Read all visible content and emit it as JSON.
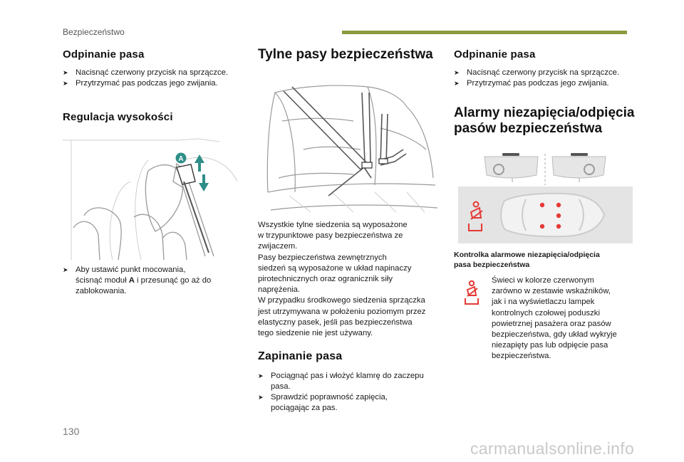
{
  "header": {
    "section": "Bezpieczeństwo",
    "accent_color": "#8a9a3c"
  },
  "col1": {
    "unbuckle_title": "Odpinanie pasa",
    "unbuckle_steps": [
      "Nacisnąć czerwony przycisk na sprzączce.",
      "Przytrzymać pas podczas jego zwijania."
    ],
    "height_title": "Regulacja wysokości",
    "height_figure_label": "A",
    "height_steps_lines": [
      "Aby ustawić punkt mocowania,",
      "ścisnąć moduł ",
      "A",
      " i przesunąć go aż do",
      "zablokowania."
    ]
  },
  "col2": {
    "title": "Tylne pasy bezpieczeństwa",
    "paragraph_lines": [
      "Wszystkie tylne siedzenia są wyposażone",
      "w trzypunktowe pasy bezpieczeństwa ze",
      "zwijaczem.",
      "Pasy bezpieczeństwa zewnętrznych",
      "siedzeń są wyposażone w układ napinaczy",
      "pirotechnicznych oraz ogranicznik siły",
      "naprężenia.",
      "W przypadku środkowego siedzenia sprzączka",
      "jest utrzymywana w położeniu poziomym przez",
      "elastyczny pasek, jeśli pas bezpieczeństwa",
      "tego siedzenie nie jest używany."
    ],
    "buckle_title": "Zapinanie pasa",
    "buckle_steps": [
      [
        "Pociągnąć pas i włożyć klamrę do zaczepu",
        "pasa."
      ],
      [
        "Sprawdzić poprawność zapięcia,",
        "pociągając za pas."
      ]
    ]
  },
  "col3": {
    "unbuckle_title": "Odpinanie pasa",
    "unbuckle_steps": [
      "Nacisnąć czerwony przycisk na sprzączce.",
      "Przytrzymać pas podczas jego zwijania."
    ],
    "alarm_title_lines": [
      "Alarmy niezapięcia/odpięcia",
      "pasów bezpieczeństwa"
    ],
    "caption_lines": [
      "Kontrolka alarmowe niezapięcia/odpięcia",
      "pasa bezpieczeństwa"
    ],
    "desc_lines": [
      "Świeci w kolorze czerwonym",
      "zarówno w zestawie wskaźników,",
      "jak i na wyświetlaczu lampek",
      "kontrolnych czołowej poduszki",
      "powietrznej pasażera oraz pasów",
      "bezpieczeństwa, gdy układ wykryje",
      "niezapięty pas lub odpięcie pasa",
      "bezpieczeństwa."
    ],
    "warning_color": "#e53935"
  },
  "footer": {
    "page_number": "130",
    "watermark": "carmanualsonline.info"
  }
}
